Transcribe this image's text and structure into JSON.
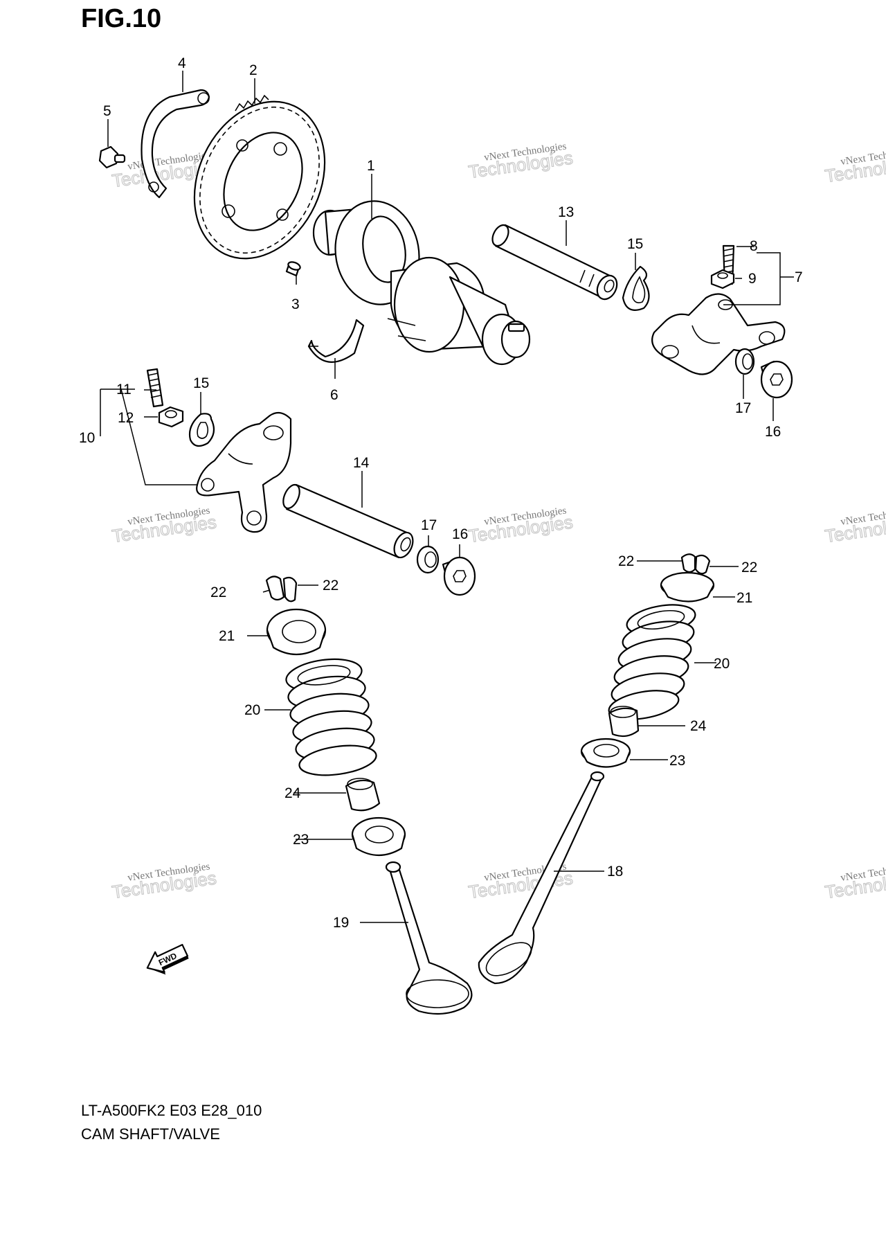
{
  "figure": {
    "title": "FIG.10",
    "model_code": "LT-A500FK2 E03 E28_010",
    "caption": "CAM SHAFT/VALVE",
    "direction_label": "FWD"
  },
  "watermark": {
    "line1": "vNext Technologies",
    "line2": "vNext",
    "line3": "Technologies"
  },
  "callouts": {
    "c1": "1",
    "c2": "2",
    "c3": "3",
    "c4": "4",
    "c5": "5",
    "c6": "6",
    "c7": "7",
    "c8": "8",
    "c9": "9",
    "c10": "10",
    "c11": "11",
    "c12": "12",
    "c13": "13",
    "c14": "14",
    "c15a": "15",
    "c15b": "15",
    "c16a": "16",
    "c16b": "16",
    "c17a": "17",
    "c17b": "17",
    "c18": "18",
    "c19": "19",
    "c20a": "20",
    "c20b": "20",
    "c21a": "21",
    "c21b": "21",
    "c22a": "22",
    "c22b": "22",
    "c22c": "22",
    "c22d": "22",
    "c23a": "23",
    "c23b": "23",
    "c24a": "24",
    "c24b": "24"
  }
}
